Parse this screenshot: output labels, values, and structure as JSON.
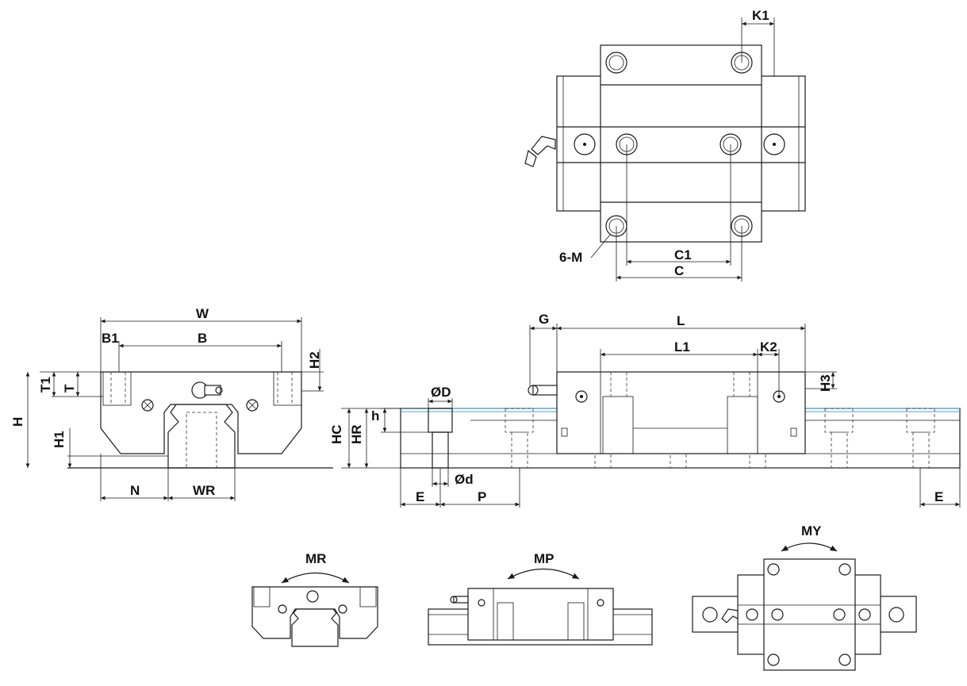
{
  "labels": {
    "K1": "K1",
    "six_m": "6-M",
    "C1": "C1",
    "C": "C",
    "W": "W",
    "B1": "B1",
    "B": "B",
    "H2": "H2",
    "T1": "T1",
    "T": "T",
    "H": "H",
    "H1": "H1",
    "N": "N",
    "WR": "WR",
    "G": "G",
    "L": "L",
    "L1": "L1",
    "K2": "K2",
    "H3": "H3",
    "OD": "ØD",
    "Od": "Ød",
    "h": "h",
    "HC": "HC",
    "HR": "HR",
    "E_left": "E",
    "P": "P",
    "E_right": "E",
    "MR": "MR",
    "MP": "MP",
    "MY": "MY"
  },
  "colors": {
    "line": "#1a1a1a",
    "accent": "#4aa3df"
  }
}
